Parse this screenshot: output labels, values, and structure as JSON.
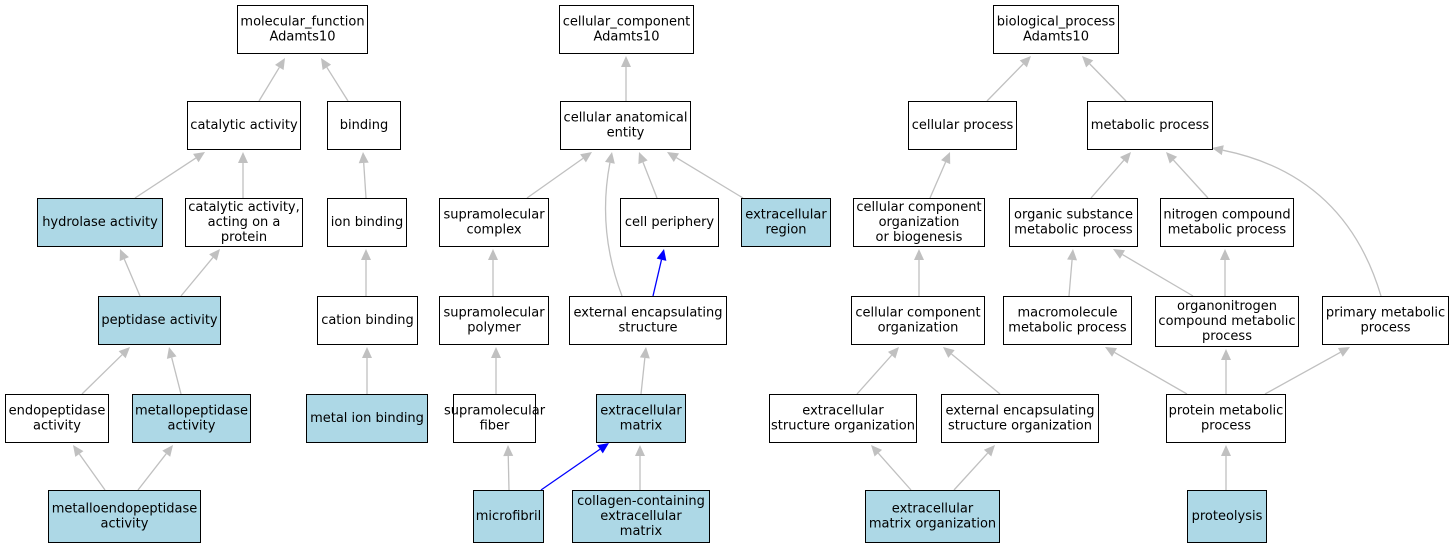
{
  "colors": {
    "highlight_fill": "#add8e6",
    "plain_fill": "#ffffff",
    "edge_gray": "#c0c0c0",
    "edge_blue": "#0000ff"
  },
  "nodes": [
    {
      "id": "mf_root",
      "lines": [
        "molecular_function",
        "Adamts10"
      ],
      "highlight": false
    },
    {
      "id": "catalytic",
      "lines": [
        "catalytic activity"
      ],
      "highlight": false
    },
    {
      "id": "binding",
      "lines": [
        "binding"
      ],
      "highlight": false
    },
    {
      "id": "hydrolase",
      "lines": [
        "hydrolase activity"
      ],
      "highlight": true
    },
    {
      "id": "cat_protein",
      "lines": [
        "catalytic activity,",
        "acting on a",
        "protein"
      ],
      "highlight": false
    },
    {
      "id": "ion_binding",
      "lines": [
        "ion binding"
      ],
      "highlight": false
    },
    {
      "id": "peptidase",
      "lines": [
        "peptidase activity"
      ],
      "highlight": true
    },
    {
      "id": "cation_binding",
      "lines": [
        "cation binding"
      ],
      "highlight": false
    },
    {
      "id": "endopeptidase",
      "lines": [
        "endopeptidase",
        "activity"
      ],
      "highlight": false
    },
    {
      "id": "metallopeptidase",
      "lines": [
        "metallopeptidase",
        "activity"
      ],
      "highlight": true
    },
    {
      "id": "metal_ion",
      "lines": [
        "metal ion binding"
      ],
      "highlight": true
    },
    {
      "id": "metalloendo",
      "lines": [
        "metalloendopeptidase",
        "activity"
      ],
      "highlight": true
    },
    {
      "id": "cc_root",
      "lines": [
        "cellular_component",
        "Adamts10"
      ],
      "highlight": false
    },
    {
      "id": "cae",
      "lines": [
        "cellular anatomical",
        "entity"
      ],
      "highlight": false
    },
    {
      "id": "supra_complex",
      "lines": [
        "supramolecular",
        "complex"
      ],
      "highlight": false
    },
    {
      "id": "cell_periphery",
      "lines": [
        "cell periphery"
      ],
      "highlight": false
    },
    {
      "id": "extracellular_region",
      "lines": [
        "extracellular",
        "region"
      ],
      "highlight": true
    },
    {
      "id": "supra_polymer",
      "lines": [
        "supramolecular",
        "polymer"
      ],
      "highlight": false
    },
    {
      "id": "ext_encap",
      "lines": [
        "external encapsulating",
        "structure"
      ],
      "highlight": false
    },
    {
      "id": "supra_fiber",
      "lines": [
        "supramolecular",
        "fiber"
      ],
      "highlight": false
    },
    {
      "id": "ecm",
      "lines": [
        "extracellular",
        "matrix"
      ],
      "highlight": true
    },
    {
      "id": "microfibril",
      "lines": [
        "microfibril"
      ],
      "highlight": true
    },
    {
      "id": "collagen_ecm",
      "lines": [
        "collagen-containing",
        "extracellular",
        "matrix"
      ],
      "highlight": true
    },
    {
      "id": "bp_root",
      "lines": [
        "biological_process",
        "Adamts10"
      ],
      "highlight": false
    },
    {
      "id": "cellular_process",
      "lines": [
        "cellular process"
      ],
      "highlight": false
    },
    {
      "id": "metabolic_process",
      "lines": [
        "metabolic process"
      ],
      "highlight": false
    },
    {
      "id": "ccob",
      "lines": [
        "cellular component",
        "organization",
        "or biogenesis"
      ],
      "highlight": false
    },
    {
      "id": "organic_subst",
      "lines": [
        "organic substance",
        "metabolic process"
      ],
      "highlight": false
    },
    {
      "id": "nitrogen_comp",
      "lines": [
        "nitrogen compound",
        "metabolic process"
      ],
      "highlight": false
    },
    {
      "id": "cc_org",
      "lines": [
        "cellular component",
        "organization"
      ],
      "highlight": false
    },
    {
      "id": "macromolecule",
      "lines": [
        "macromolecule",
        "metabolic process"
      ],
      "highlight": false
    },
    {
      "id": "organonitrogen",
      "lines": [
        "organonitrogen",
        "compound metabolic",
        "process"
      ],
      "highlight": false
    },
    {
      "id": "primary_metabolic",
      "lines": [
        "primary metabolic",
        "process"
      ],
      "highlight": false
    },
    {
      "id": "ext_struct_org",
      "lines": [
        "extracellular",
        "structure organization"
      ],
      "highlight": false
    },
    {
      "id": "ext_encap_org",
      "lines": [
        "external encapsulating",
        "structure organization"
      ],
      "highlight": false
    },
    {
      "id": "protein_metabolic",
      "lines": [
        "protein metabolic",
        "process"
      ],
      "highlight": false
    },
    {
      "id": "ecm_org",
      "lines": [
        "extracellular",
        "matrix organization"
      ],
      "highlight": true
    },
    {
      "id": "proteolysis",
      "lines": [
        "proteolysis"
      ],
      "highlight": true
    }
  ],
  "edges": [
    {
      "from": "catalytic",
      "to": "mf_root",
      "style": "gray"
    },
    {
      "from": "binding",
      "to": "mf_root",
      "style": "gray"
    },
    {
      "from": "hydrolase",
      "to": "catalytic",
      "style": "gray"
    },
    {
      "from": "cat_protein",
      "to": "catalytic",
      "style": "gray"
    },
    {
      "from": "ion_binding",
      "to": "binding",
      "style": "gray"
    },
    {
      "from": "peptidase",
      "to": "hydrolase",
      "style": "gray"
    },
    {
      "from": "peptidase",
      "to": "cat_protein",
      "style": "gray"
    },
    {
      "from": "cation_binding",
      "to": "ion_binding",
      "style": "gray"
    },
    {
      "from": "endopeptidase",
      "to": "peptidase",
      "style": "gray"
    },
    {
      "from": "metallopeptidase",
      "to": "peptidase",
      "style": "gray"
    },
    {
      "from": "metal_ion",
      "to": "cation_binding",
      "style": "gray"
    },
    {
      "from": "metalloendo",
      "to": "endopeptidase",
      "style": "gray"
    },
    {
      "from": "metalloendo",
      "to": "metallopeptidase",
      "style": "gray"
    },
    {
      "from": "cae",
      "to": "cc_root",
      "style": "gray"
    },
    {
      "from": "supra_complex",
      "to": "cae",
      "style": "gray"
    },
    {
      "from": "cell_periphery",
      "to": "cae",
      "style": "gray"
    },
    {
      "from": "extracellular_region",
      "to": "cae",
      "style": "gray"
    },
    {
      "from": "ext_encap",
      "to": "cae",
      "style": "gray"
    },
    {
      "from": "supra_polymer",
      "to": "supra_complex",
      "style": "gray"
    },
    {
      "from": "ext_encap",
      "to": "cell_periphery",
      "style": "blue"
    },
    {
      "from": "supra_fiber",
      "to": "supra_polymer",
      "style": "gray"
    },
    {
      "from": "ecm",
      "to": "ext_encap",
      "style": "gray"
    },
    {
      "from": "microfibril",
      "to": "supra_fiber",
      "style": "gray"
    },
    {
      "from": "microfibril",
      "to": "ecm",
      "style": "blue"
    },
    {
      "from": "collagen_ecm",
      "to": "ecm",
      "style": "gray"
    },
    {
      "from": "cellular_process",
      "to": "bp_root",
      "style": "gray"
    },
    {
      "from": "metabolic_process",
      "to": "bp_root",
      "style": "gray"
    },
    {
      "from": "ccob",
      "to": "cellular_process",
      "style": "gray"
    },
    {
      "from": "organic_subst",
      "to": "metabolic_process",
      "style": "gray"
    },
    {
      "from": "nitrogen_comp",
      "to": "metabolic_process",
      "style": "gray"
    },
    {
      "from": "primary_metabolic",
      "to": "metabolic_process",
      "style": "gray"
    },
    {
      "from": "cc_org",
      "to": "ccob",
      "style": "gray"
    },
    {
      "from": "macromolecule",
      "to": "organic_subst",
      "style": "gray"
    },
    {
      "from": "organonitrogen",
      "to": "organic_subst",
      "style": "gray"
    },
    {
      "from": "organonitrogen",
      "to": "nitrogen_comp",
      "style": "gray"
    },
    {
      "from": "ext_struct_org",
      "to": "cc_org",
      "style": "gray"
    },
    {
      "from": "ext_encap_org",
      "to": "cc_org",
      "style": "gray"
    },
    {
      "from": "protein_metabolic",
      "to": "macromolecule",
      "style": "gray"
    },
    {
      "from": "protein_metabolic",
      "to": "organonitrogen",
      "style": "gray"
    },
    {
      "from": "protein_metabolic",
      "to": "primary_metabolic",
      "style": "gray"
    },
    {
      "from": "ecm_org",
      "to": "ext_struct_org",
      "style": "gray"
    },
    {
      "from": "ecm_org",
      "to": "ext_encap_org",
      "style": "gray"
    },
    {
      "from": "proteolysis",
      "to": "protein_metabolic",
      "style": "gray"
    }
  ]
}
